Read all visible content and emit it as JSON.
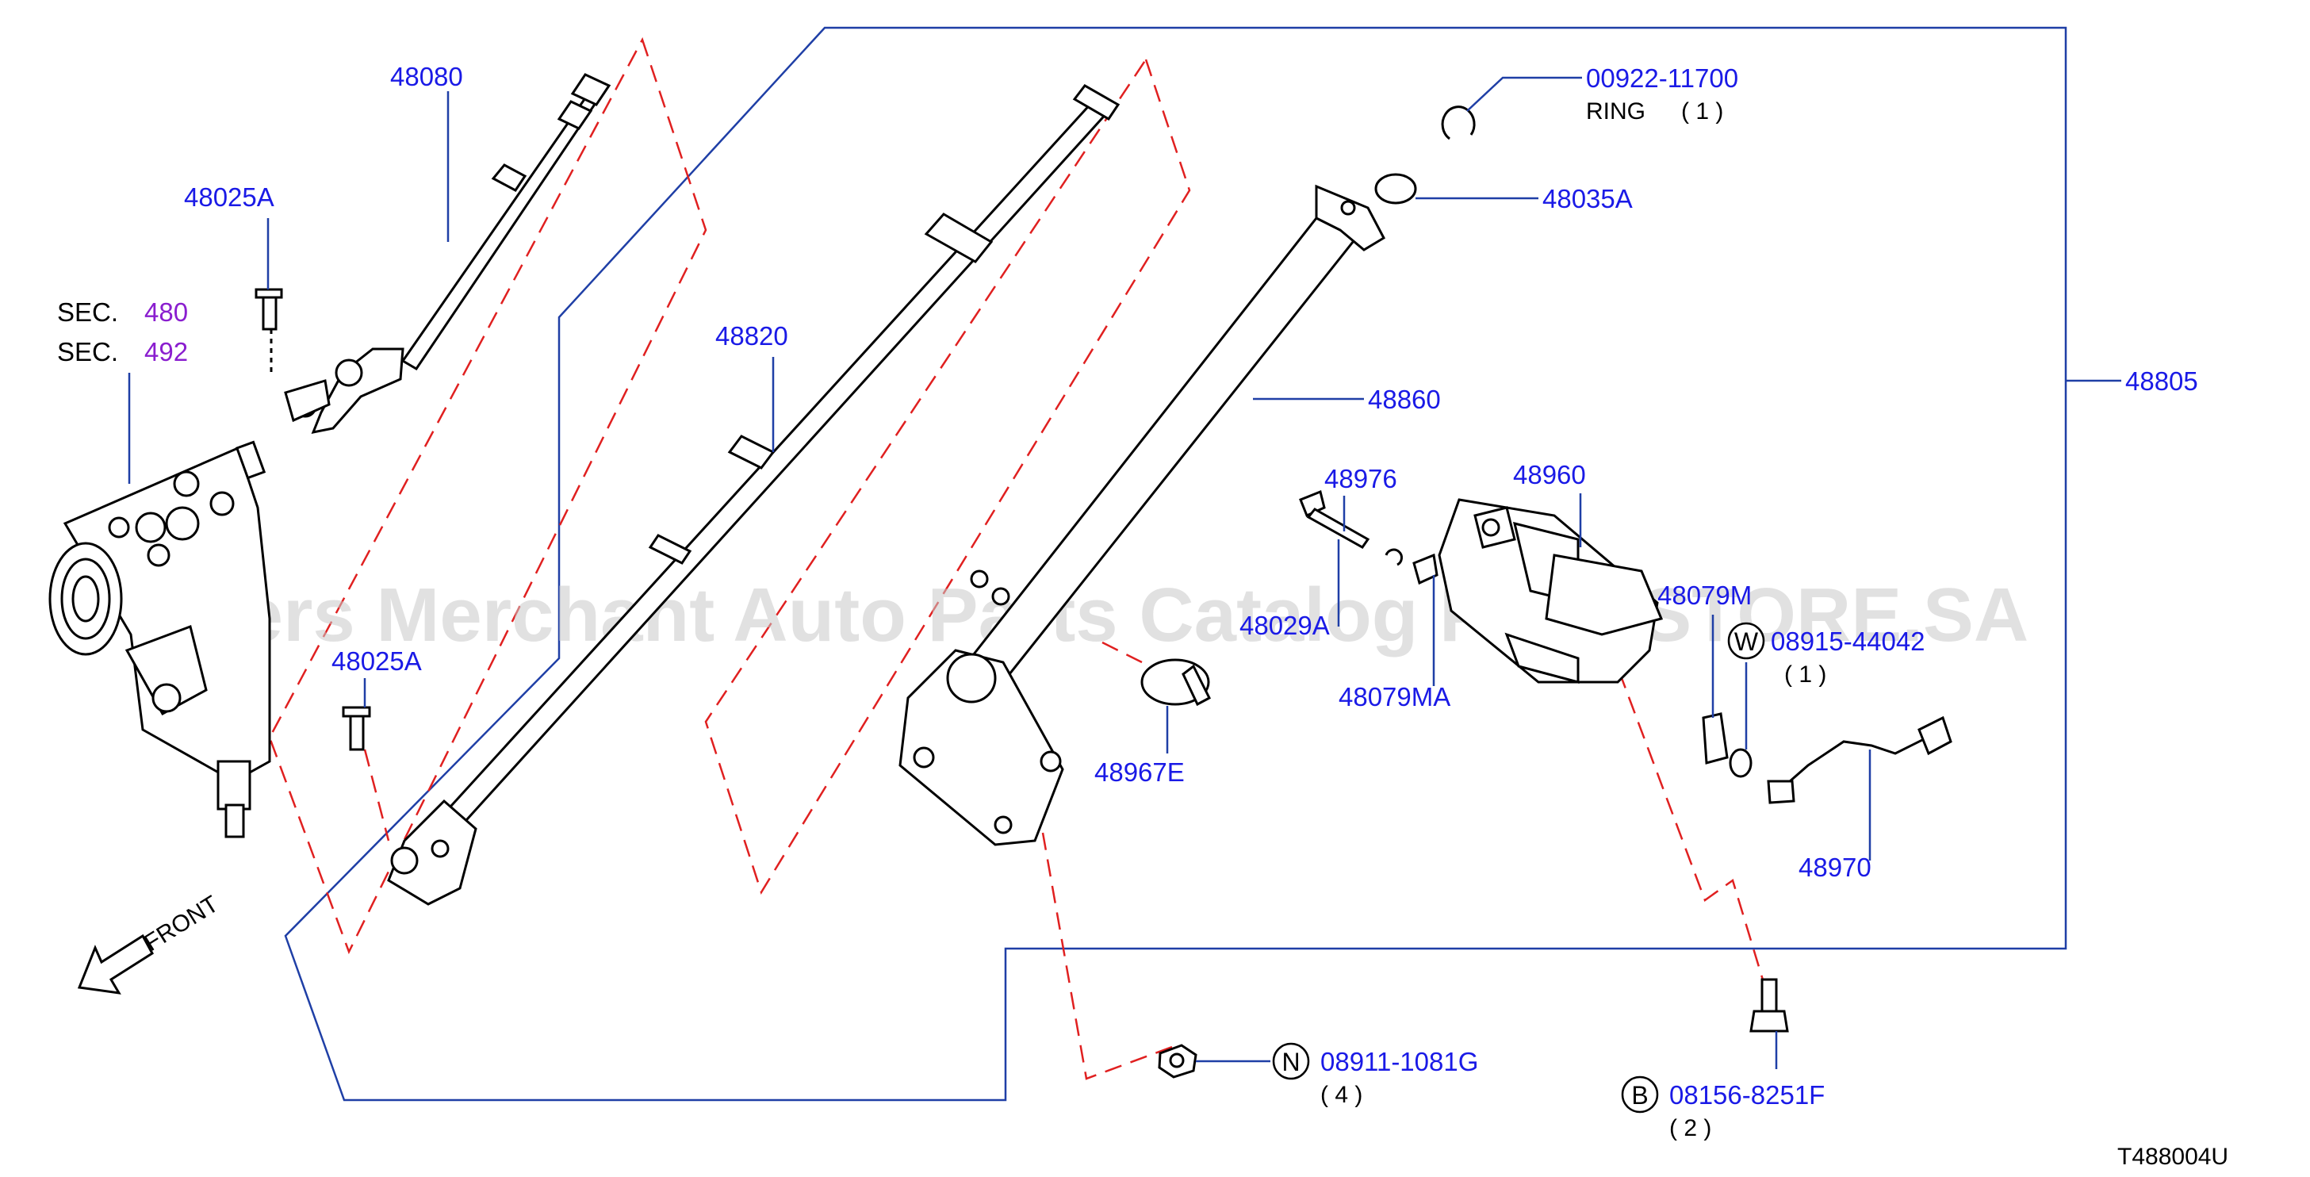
{
  "labels": {
    "ring_pn": "00922-11700",
    "ring_name": "RING",
    "ring_qty": "( 1 )",
    "p48080": "48080",
    "p48025a_top": "48025A",
    "sec_word_1": "SEC.",
    "sec_num_1": "480",
    "sec_word_2": "SEC.",
    "sec_num_2": "492",
    "p48820": "48820",
    "p48035a": "48035A",
    "p48860": "48860",
    "p48805": "48805",
    "p48976": "48976",
    "p48960": "48960",
    "p48025a_bottom": "48025A",
    "p48029a": "48029A",
    "p48079ma": "48079MA",
    "p48079m": "48079M",
    "washer_pn": "08915-44042",
    "washer_qty": "( 1 )",
    "washer_badge": "W",
    "p48967e": "48967E",
    "p48970": "48970",
    "nut_badge": "N",
    "nut_pn": "08911-1081G",
    "nut_qty": "( 4 )",
    "bolt_badge": "B",
    "bolt_pn": "08156-8251F",
    "bolt_qty": "( 2 )",
    "front": "FRONT",
    "diagram_code": "T488004U"
  },
  "watermark": "Offers Merchant Auto Parts Catalog PARTSTORE.SA",
  "colors": {
    "part_number": "#1a1ae6",
    "section_number": "#8a1ecf",
    "leader": "#1f3fa6",
    "dashed_guide": "#e02020",
    "outline": "#000000"
  }
}
